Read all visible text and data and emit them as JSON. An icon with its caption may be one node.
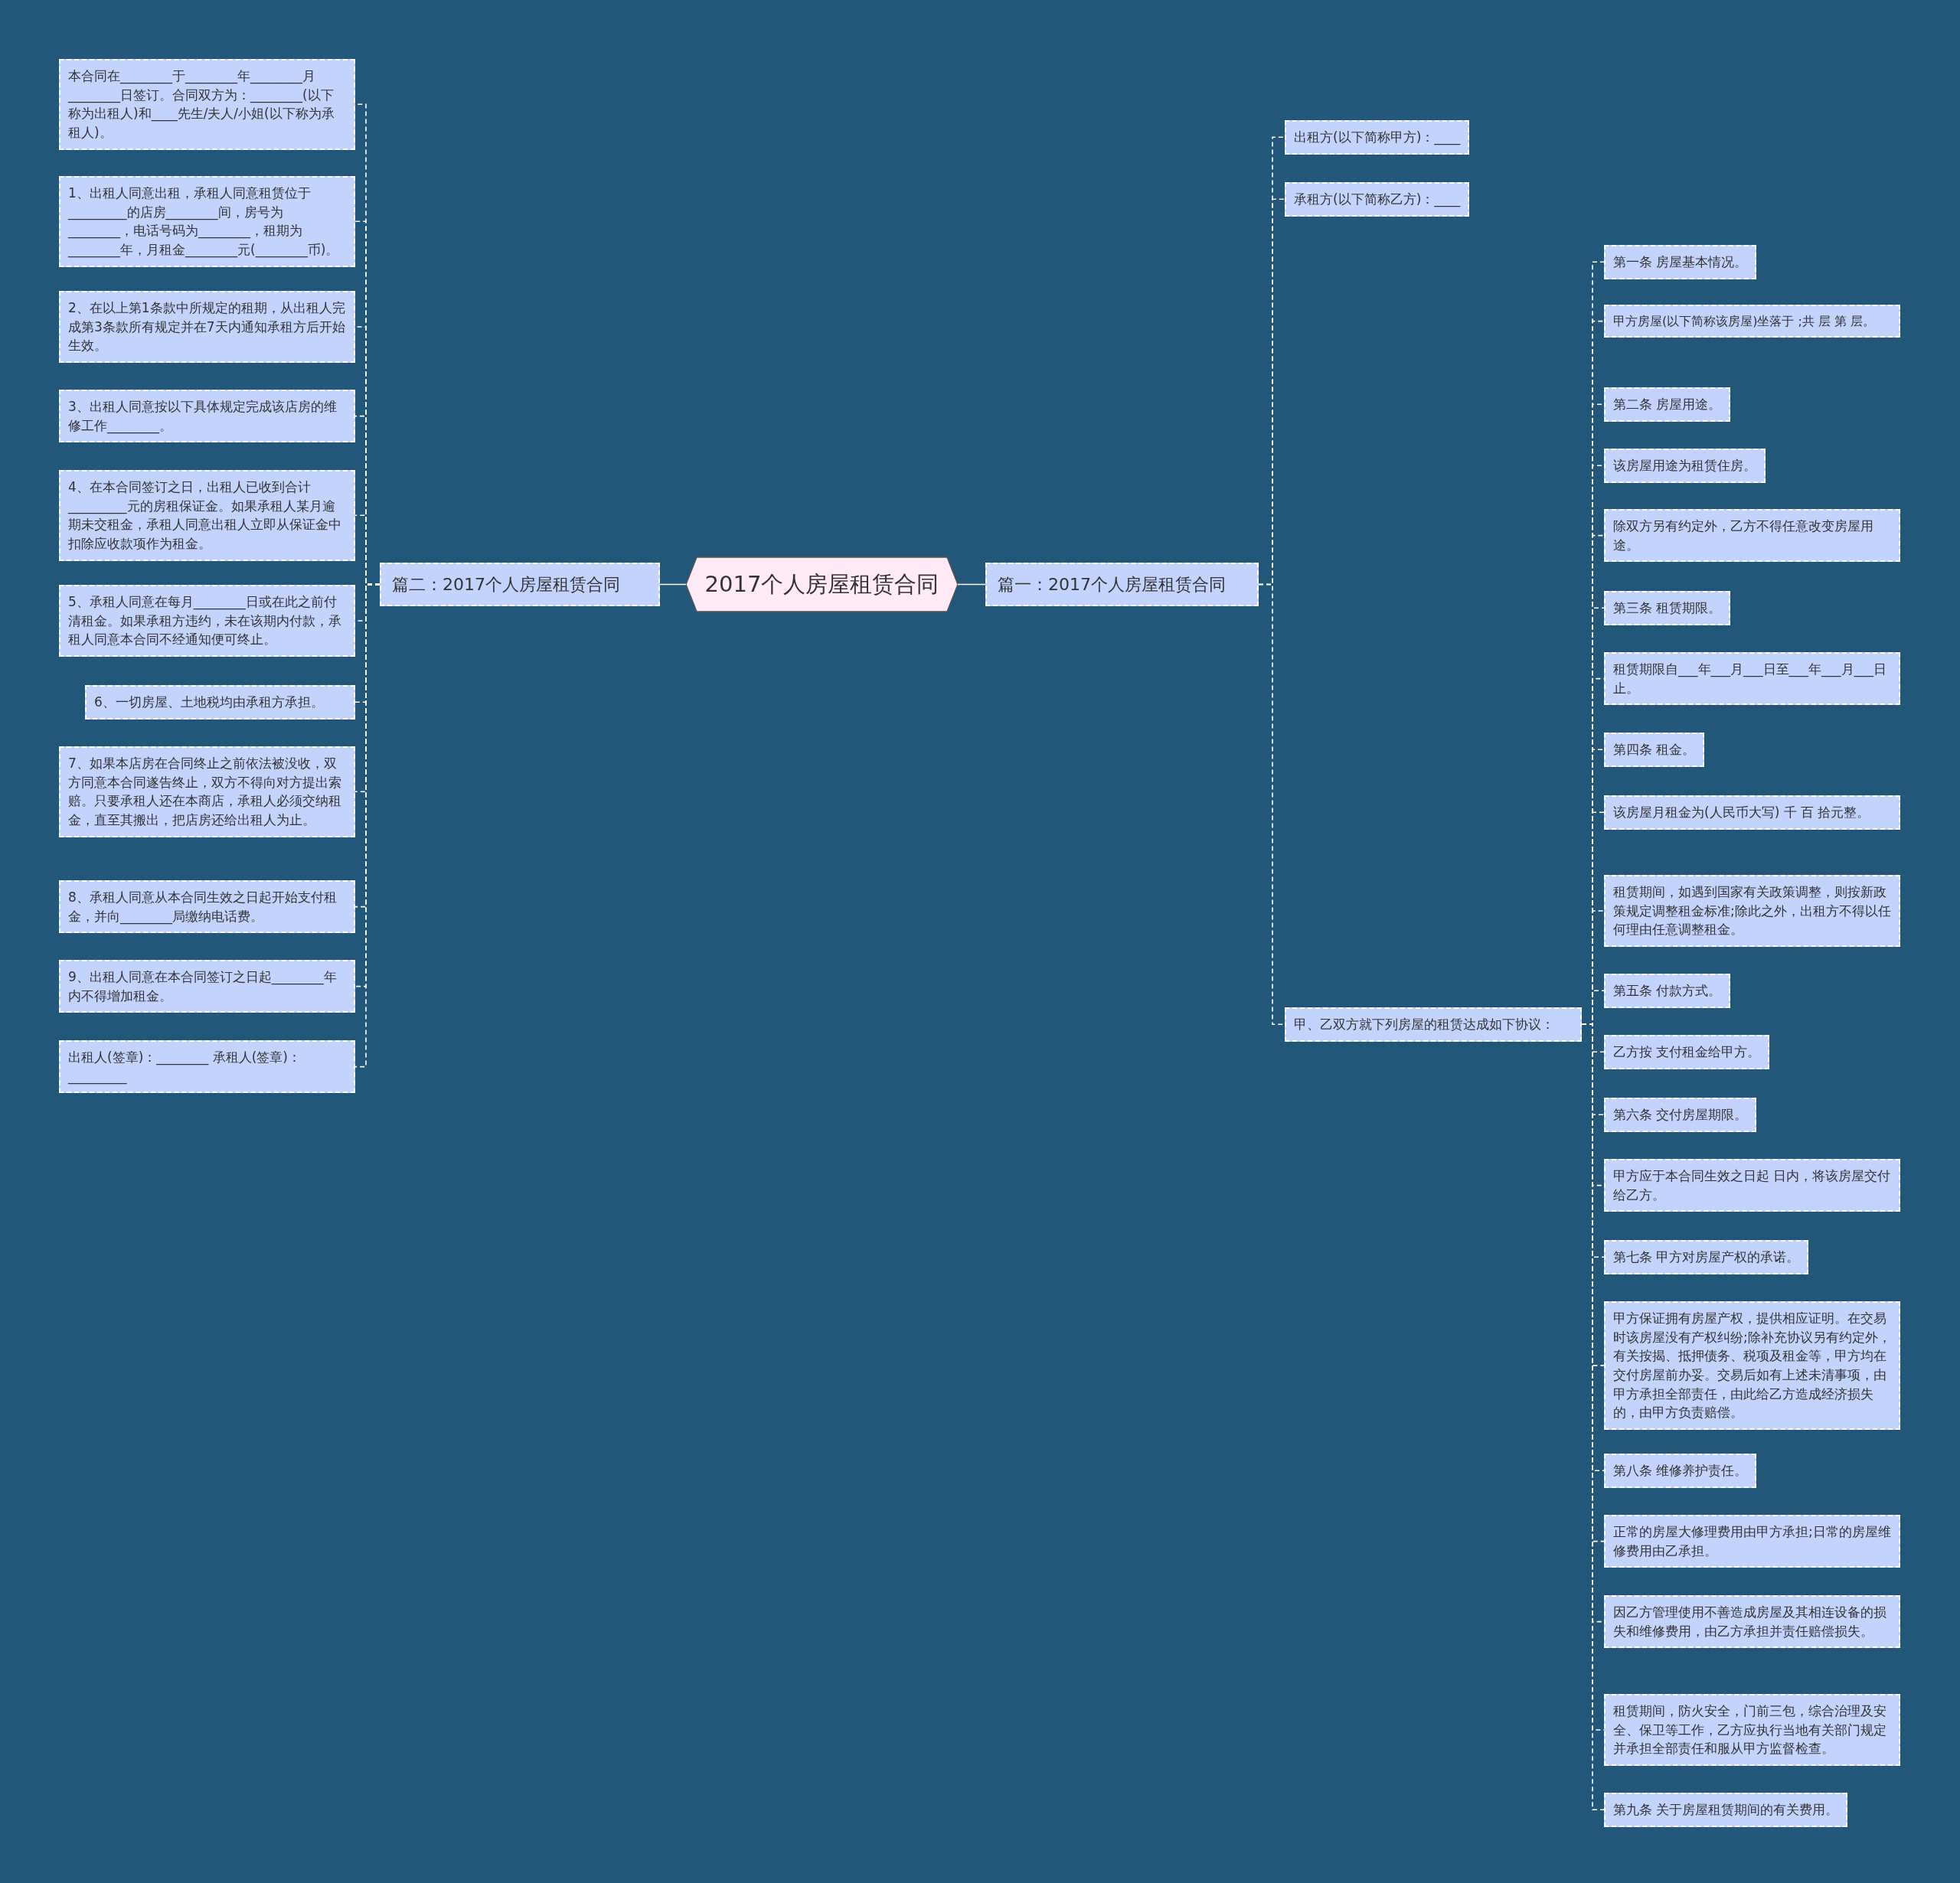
{
  "diagram": {
    "nodes": [
      {
        "text": [
          "2017个人房屋租赁合同"
        ]
      },
      {
        "text": [
          "篇一：2017个人房屋租赁合同"
        ]
      },
      {
        "text": [
          "出租方(以下简称甲方)：____"
        ]
      },
      {
        "text": [
          "承租方(以下简称乙方)：____"
        ]
      },
      {
        "text": [
          "甲、乙双方就下列房屋的租赁达成如下协议："
        ]
      },
      {
        "text": [
          "第一条 房屋基本情况。"
        ]
      },
      {
        "text": [
          "甲方房屋(以下简称该房屋)坐落于 ;共 层 第 层。"
        ]
      },
      {
        "text": [
          "第二条 房屋用途。"
        ]
      },
      {
        "text": [
          "该房屋用途为租赁住房。"
        ]
      },
      {
        "text": [
          "除双方另有约定外，乙方不得任意改变房屋用途。"
        ]
      },
      {
        "text": [
          "第三条 租赁期限。"
        ]
      },
      {
        "text": [
          "租赁期限自___年___月___日至___年___月___日止。"
        ]
      },
      {
        "text": [
          "第四条 租金。"
        ]
      },
      {
        "text": [
          "该房屋月租金为(人民币大写) 千 百 拾元整。"
        ]
      },
      {
        "text": [
          "租赁期间，如遇到国家有关政策调整，则按新政策规定调整租金标准;除此之外，出租方不得以任何理由任意调整租金。"
        ]
      },
      {
        "text": [
          "第五条 付款方式。"
        ]
      },
      {
        "text": [
          "乙方按 支付租金给甲方。"
        ]
      },
      {
        "text": [
          "第六条 交付房屋期限。"
        ]
      },
      {
        "text": [
          "甲方应于本合同生效之日起 日内，将该房屋交付给乙方。"
        ]
      },
      {
        "text": [
          "第七条 甲方对房屋产权的承诺。"
        ]
      },
      {
        "text": [
          "甲方保证拥有房屋产权，提供相应证明。在交易时该房屋没有产权纠纷;除补充协议另有约定外，有关按揭、抵押债务、税项及租金等，甲方均在交付房屋前办妥。交易后如有上述未清事项，由甲方承担全部责任，由此给乙方造成经济损失的，由甲方负责赔偿。"
        ]
      },
      {
        "text": [
          "第八条 维修养护责任。"
        ]
      },
      {
        "text": [
          "正常的房屋大修理费用由甲方承担;日常的房屋维修费用由乙承担。"
        ]
      },
      {
        "text": [
          "因乙方管理使用不善造成房屋及其相连设备的损失和维修费用，由乙方承担并责任赔偿损失。"
        ]
      },
      {
        "text": [
          "租赁期间，防火安全，门前三包，综合治理及安全、保卫等工作，乙方应执行当地有关部门规定并承担全部责任和服从甲方监督检查。"
        ]
      },
      {
        "text": [
          "第九条 关于房屋租赁期间的有关费用。"
        ]
      },
      {
        "text": [
          "篇二：2017个人房屋租赁合同"
        ]
      },
      {
        "text": [
          "本合同在________于________年________月________日签订。合同双方为：________(以下称为出租人)和____先生/夫人/小姐(以下称为承租人)。"
        ]
      },
      {
        "text": [
          "1、出租人同意出租，承租人同意租赁位于_________的店房________间，房号为________，电话号码为________，租期为________年，月租金________元(________币)。"
        ]
      },
      {
        "text": [
          "2、在以上第1条款中所规定的租期，从出租人完成第3条款所有规定并在7天内通知承租方后开始生效。"
        ]
      },
      {
        "text": [
          "3、出租人同意按以下具体规定完成该店房的维修工作________。"
        ]
      },
      {
        "text": [
          "4、在本合同签订之日，出租人已收到合计_________元的房租保证金。如果承租人某月逾期未交租金，承租人同意出租人立即从保证金中扣除应收款项作为租金。"
        ]
      },
      {
        "text": [
          "5、承租人同意在每月________日或在此之前付清租金。如果承租方违约，未在该期内付款，承租人同意本合同不经通知便可终止。"
        ]
      },
      {
        "text": [
          "6、一切房屋、土地税均由承租方承担。"
        ]
      },
      {
        "text": [
          "7、如果本店房在合同终止之前依法被没收，双方同意本合同遂告终止，双方不得向对方提出索赔。只要承租人还在本商店，承租人必须交纳租金，直至其搬出，把店房还给出租人为止。"
        ]
      },
      {
        "text": [
          "8、承租人同意从本合同生效之日起开始支付租金，并向________局缴纳电话费。"
        ]
      },
      {
        "text": [
          "9、出租人同意在本合同签订之日起________年内不得增加租金。"
        ]
      },
      {
        "text": [
          "出租人(签章)：________ 承租人(签章)：_________"
        ]
      }
    ],
    "edges": [
      {
        "from": 0,
        "to": 1,
        "arrow": "none"
      },
      {
        "from": 0,
        "to": 26,
        "arrow": "none"
      },
      {
        "from": 1,
        "to": 2,
        "arrow": "none",
        "style": "dashed"
      },
      {
        "from": 1,
        "to": 3,
        "arrow": "none",
        "style": "dashed"
      },
      {
        "from": 1,
        "to": 4,
        "arrow": "none",
        "style": "dashed"
      },
      {
        "from": 4,
        "to": 5,
        "arrow": "none",
        "style": "dashed"
      },
      {
        "from": 4,
        "to": 6,
        "arrow": "none",
        "style": "dashed"
      },
      {
        "from": 4,
        "to": 7,
        "arrow": "none",
        "style": "dashed"
      },
      {
        "from": 4,
        "to": 8,
        "arrow": "none",
        "style": "dashed"
      },
      {
        "from": 4,
        "to": 9,
        "arrow": "none",
        "style": "dashed"
      },
      {
        "from": 4,
        "to": 10,
        "arrow": "none",
        "style": "dashed"
      },
      {
        "from": 4,
        "to": 11,
        "arrow": "none",
        "style": "dashed"
      },
      {
        "from": 4,
        "to": 12,
        "arrow": "none",
        "style": "dashed"
      },
      {
        "from": 4,
        "to": 13,
        "arrow": "none",
        "style": "dashed"
      },
      {
        "from": 4,
        "to": 14,
        "arrow": "none",
        "style": "dashed"
      },
      {
        "from": 4,
        "to": 15,
        "arrow": "none",
        "style": "dashed"
      },
      {
        "from": 4,
        "to": 16,
        "arrow": "none",
        "style": "dashed"
      },
      {
        "from": 4,
        "to": 17,
        "arrow": "none",
        "style": "dashed"
      },
      {
        "from": 4,
        "to": 18,
        "arrow": "none",
        "style": "dashed"
      },
      {
        "from": 4,
        "to": 19,
        "arrow": "none",
        "style": "dashed"
      },
      {
        "from": 4,
        "to": 20,
        "arrow": "none",
        "style": "dashed"
      },
      {
        "from": 4,
        "to": 21,
        "arrow": "none",
        "style": "dashed"
      },
      {
        "from": 4,
        "to": 22,
        "arrow": "none",
        "style": "dashed"
      },
      {
        "from": 4,
        "to": 23,
        "arrow": "none",
        "style": "dashed"
      },
      {
        "from": 4,
        "to": 24,
        "arrow": "none",
        "style": "dashed"
      },
      {
        "from": 4,
        "to": 25,
        "arrow": "none",
        "style": "dashed"
      },
      {
        "from": 26,
        "to": 27,
        "arrow": "none",
        "style": "dashed"
      },
      {
        "from": 26,
        "to": 28,
        "arrow": "none",
        "style": "dashed"
      },
      {
        "from": 26,
        "to": 29,
        "arrow": "none",
        "style": "dashed"
      },
      {
        "from": 26,
        "to": 30,
        "arrow": "none",
        "style": "dashed"
      },
      {
        "from": 26,
        "to": 31,
        "arrow": "none",
        "style": "dashed"
      },
      {
        "from": 26,
        "to": 32,
        "arrow": "none",
        "style": "dashed"
      },
      {
        "from": 26,
        "to": 33,
        "arrow": "none",
        "style": "dashed"
      },
      {
        "from": 26,
        "to": 34,
        "arrow": "none",
        "style": "dashed"
      },
      {
        "from": 26,
        "to": 35,
        "arrow": "none",
        "style": "dashed"
      },
      {
        "from": 26,
        "to": 36,
        "arrow": "none",
        "style": "dashed"
      },
      {
        "from": 26,
        "to": 37,
        "arrow": "none",
        "style": "dashed"
      }
    ]
  }
}
